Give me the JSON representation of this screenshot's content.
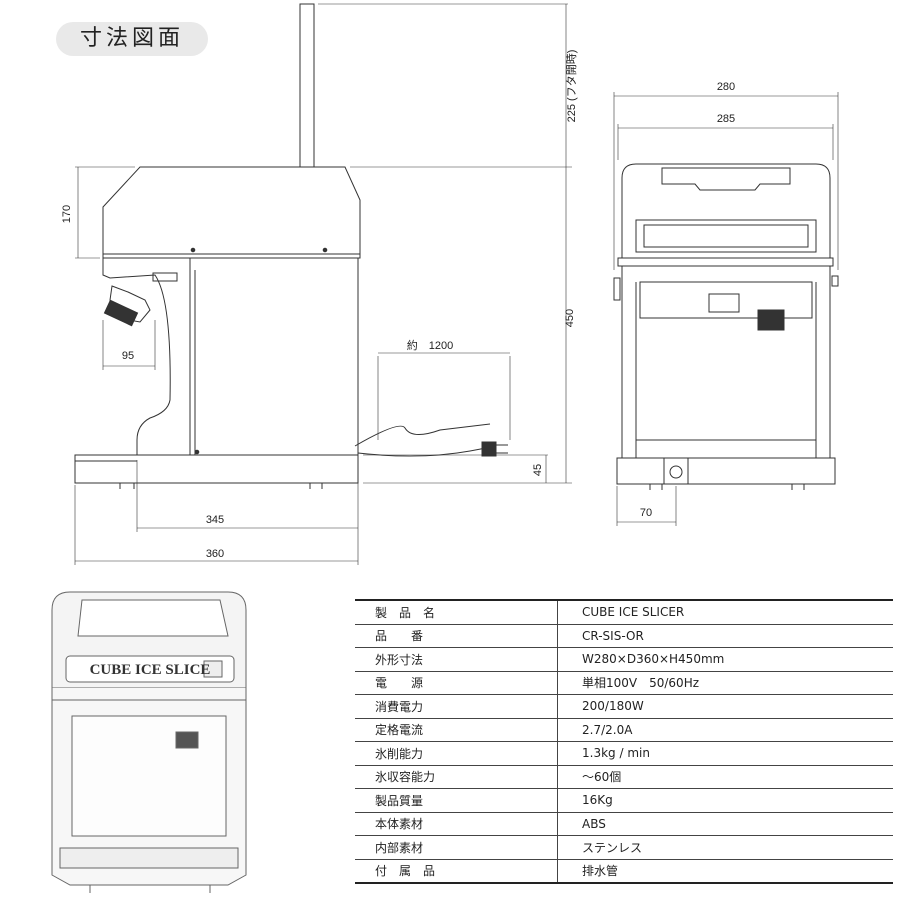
{
  "title": "寸法図面",
  "side_view": {
    "dims": {
      "lid_open": "225 (フタ開時)",
      "head_height": "170",
      "body_height": "450",
      "chute_depth": "95",
      "cord_length": "約　1200",
      "base_height": "45",
      "base_depth": "345",
      "total_depth": "360"
    }
  },
  "front_view": {
    "dims": {
      "width_outer": "280",
      "width_inner": "285",
      "drain_offset": "70"
    }
  },
  "product_image": {
    "nameplate": "CUBE ICE SLICE"
  },
  "specs": [
    {
      "label": "製　品　名",
      "value": "CUBE ICE SLICER"
    },
    {
      "label": "品　　番",
      "value": "CR-SIS-OR"
    },
    {
      "label": "外形寸法",
      "value": "W280×D360×H450mm"
    },
    {
      "label": "電　　源",
      "value": "単相100V　50/60Hz"
    },
    {
      "label": "消費電力",
      "value": "200/180W"
    },
    {
      "label": "定格電流",
      "value": "2.7/2.0A"
    },
    {
      "label": "氷削能力",
      "value": "1.3kg / min"
    },
    {
      "label": "氷収容能力",
      "value": "～60個"
    },
    {
      "label": "製品質量",
      "value": "16Kg"
    },
    {
      "label": "本体素材",
      "value": "ABS"
    },
    {
      "label": "内部素材",
      "value": "ステンレス"
    },
    {
      "label": "付　属　品",
      "value": "排水管"
    }
  ]
}
